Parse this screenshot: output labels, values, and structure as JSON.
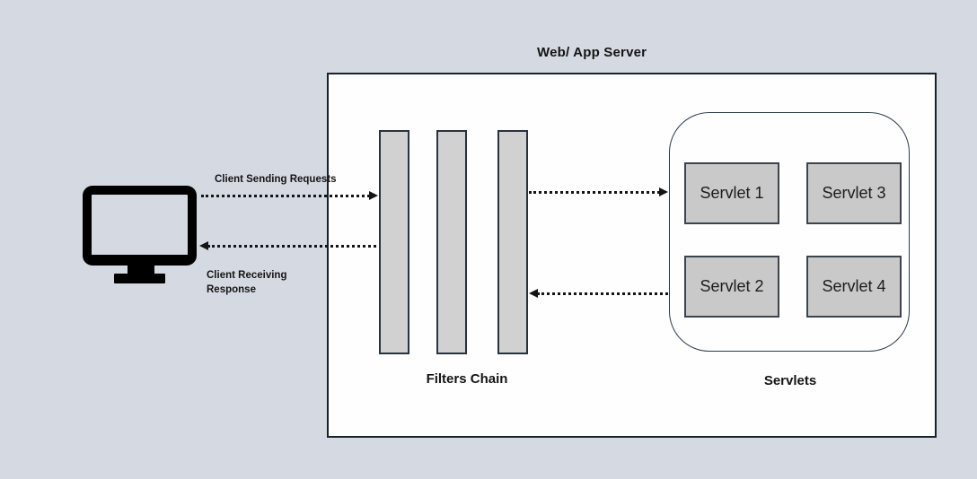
{
  "colors": {
    "bg": "#d5dae2",
    "server_bg": "#fefefe",
    "server_border": "#17222d",
    "bar_fill": "#d1d1d1",
    "bar_border": "#28333f",
    "servlet_fill": "#c9c9c9",
    "servlet_border": "#3a454f",
    "container_border": "#2b3a4d",
    "ink": "#141414"
  },
  "server": {
    "title": "Web/ App Server"
  },
  "client": {
    "request_label": "Client Sending Requests",
    "response_label": "Client Receiving Response"
  },
  "filters": {
    "label": "Filters Chain",
    "bar_count": 3
  },
  "servlets": {
    "label": "Servlets",
    "boxes": [
      "Servlet 1",
      "Servlet 3",
      "Servlet 2",
      "Servlet 4"
    ]
  }
}
